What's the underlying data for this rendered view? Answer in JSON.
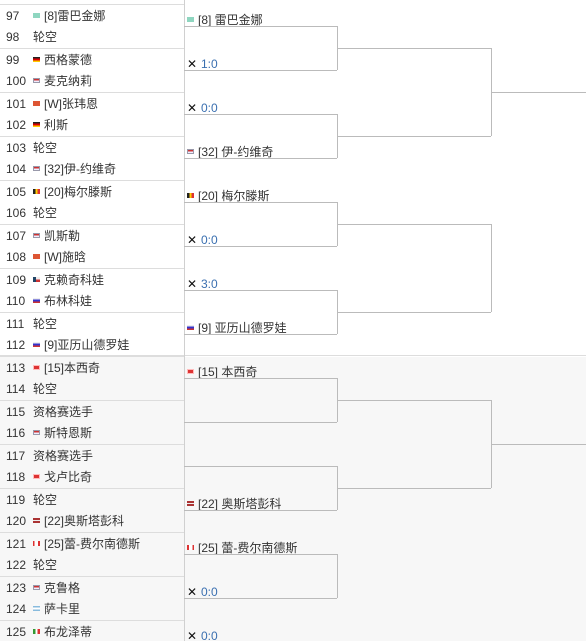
{
  "left_rows": [
    {
      "num": "97",
      "seed": "[8]",
      "name": "雷巴金娜",
      "flag": "kaz"
    },
    {
      "num": "98",
      "seed": "",
      "name": "轮空",
      "flag": ""
    },
    {
      "num": "99",
      "seed": "",
      "name": "西格蒙德",
      "flag": "ger"
    },
    {
      "num": "100",
      "seed": "",
      "name": "麦克纳莉",
      "flag": "usa"
    },
    {
      "num": "101",
      "seed": "[W]",
      "name": "张玮恩",
      "flag": "chn"
    },
    {
      "num": "102",
      "seed": "",
      "name": "利斯",
      "flag": "ger"
    },
    {
      "num": "103",
      "seed": "",
      "name": "轮空",
      "flag": ""
    },
    {
      "num": "104",
      "seed": "[32]",
      "name": "伊-约维奇",
      "flag": "usa"
    },
    {
      "num": "105",
      "seed": "[20]",
      "name": "梅尔滕斯",
      "flag": "bel"
    },
    {
      "num": "106",
      "seed": "",
      "name": "轮空",
      "flag": ""
    },
    {
      "num": "107",
      "seed": "",
      "name": "凯斯勒",
      "flag": "usa"
    },
    {
      "num": "108",
      "seed": "[W]",
      "name": "施晗",
      "flag": "chn"
    },
    {
      "num": "109",
      "seed": "",
      "name": "克赖奇科娃",
      "flag": "cze"
    },
    {
      "num": "110",
      "seed": "",
      "name": "布林科娃",
      "flag": "rus"
    },
    {
      "num": "111",
      "seed": "",
      "name": "轮空",
      "flag": ""
    },
    {
      "num": "112",
      "seed": "[9]",
      "name": "亚历山德罗娃",
      "flag": "rus"
    },
    {
      "num": "113",
      "seed": "[15]",
      "name": "本西奇",
      "flag": "sui"
    },
    {
      "num": "114",
      "seed": "",
      "name": "轮空",
      "flag": ""
    },
    {
      "num": "115",
      "seed": "",
      "name": "资格赛选手",
      "flag": ""
    },
    {
      "num": "116",
      "seed": "",
      "name": "斯特恩斯",
      "flag": "usa"
    },
    {
      "num": "117",
      "seed": "",
      "name": "资格赛选手",
      "flag": ""
    },
    {
      "num": "118",
      "seed": "",
      "name": "戈卢比奇",
      "flag": "sui"
    },
    {
      "num": "119",
      "seed": "",
      "name": "轮空",
      "flag": ""
    },
    {
      "num": "120",
      "seed": "[22]",
      "name": "奥斯塔彭科",
      "flag": "lat"
    },
    {
      "num": "121",
      "seed": "[25]",
      "name": "蕾-费尔南德斯",
      "flag": "can"
    },
    {
      "num": "122",
      "seed": "",
      "name": "轮空",
      "flag": ""
    },
    {
      "num": "123",
      "seed": "",
      "name": "克鲁格",
      "flag": "usa"
    },
    {
      "num": "124",
      "seed": "",
      "name": "萨卡里",
      "flag": "arg"
    },
    {
      "num": "125",
      "seed": "",
      "name": "布龙泽蒂",
      "flag": "ita"
    }
  ],
  "round2": [
    {
      "type": "player",
      "seed": "[8]",
      "name": "雷巴金娜",
      "flag": "kaz"
    },
    {
      "type": "score",
      "score": "1:0"
    },
    {
      "type": "score",
      "score": "0:0"
    },
    {
      "type": "player",
      "seed": "[32]",
      "name": "伊-约维奇",
      "flag": "usa"
    },
    {
      "type": "player",
      "seed": "[20]",
      "name": "梅尔滕斯",
      "flag": "bel"
    },
    {
      "type": "score",
      "score": "0:0"
    },
    {
      "type": "score",
      "score": "3:0"
    },
    {
      "type": "player",
      "seed": "[9]",
      "name": "亚历山德罗娃",
      "flag": "rus"
    },
    {
      "type": "player",
      "seed": "[15]",
      "name": "本西奇",
      "flag": "sui"
    },
    {
      "type": "blank"
    },
    {
      "type": "blank"
    },
    {
      "type": "player",
      "seed": "[22]",
      "name": "奥斯塔彭科",
      "flag": "lat"
    },
    {
      "type": "player",
      "seed": "[25]",
      "name": "蕾-费尔南德斯",
      "flag": "can"
    },
    {
      "type": "score",
      "score": "0:0"
    },
    {
      "type": "score",
      "score": "0:0"
    }
  ]
}
